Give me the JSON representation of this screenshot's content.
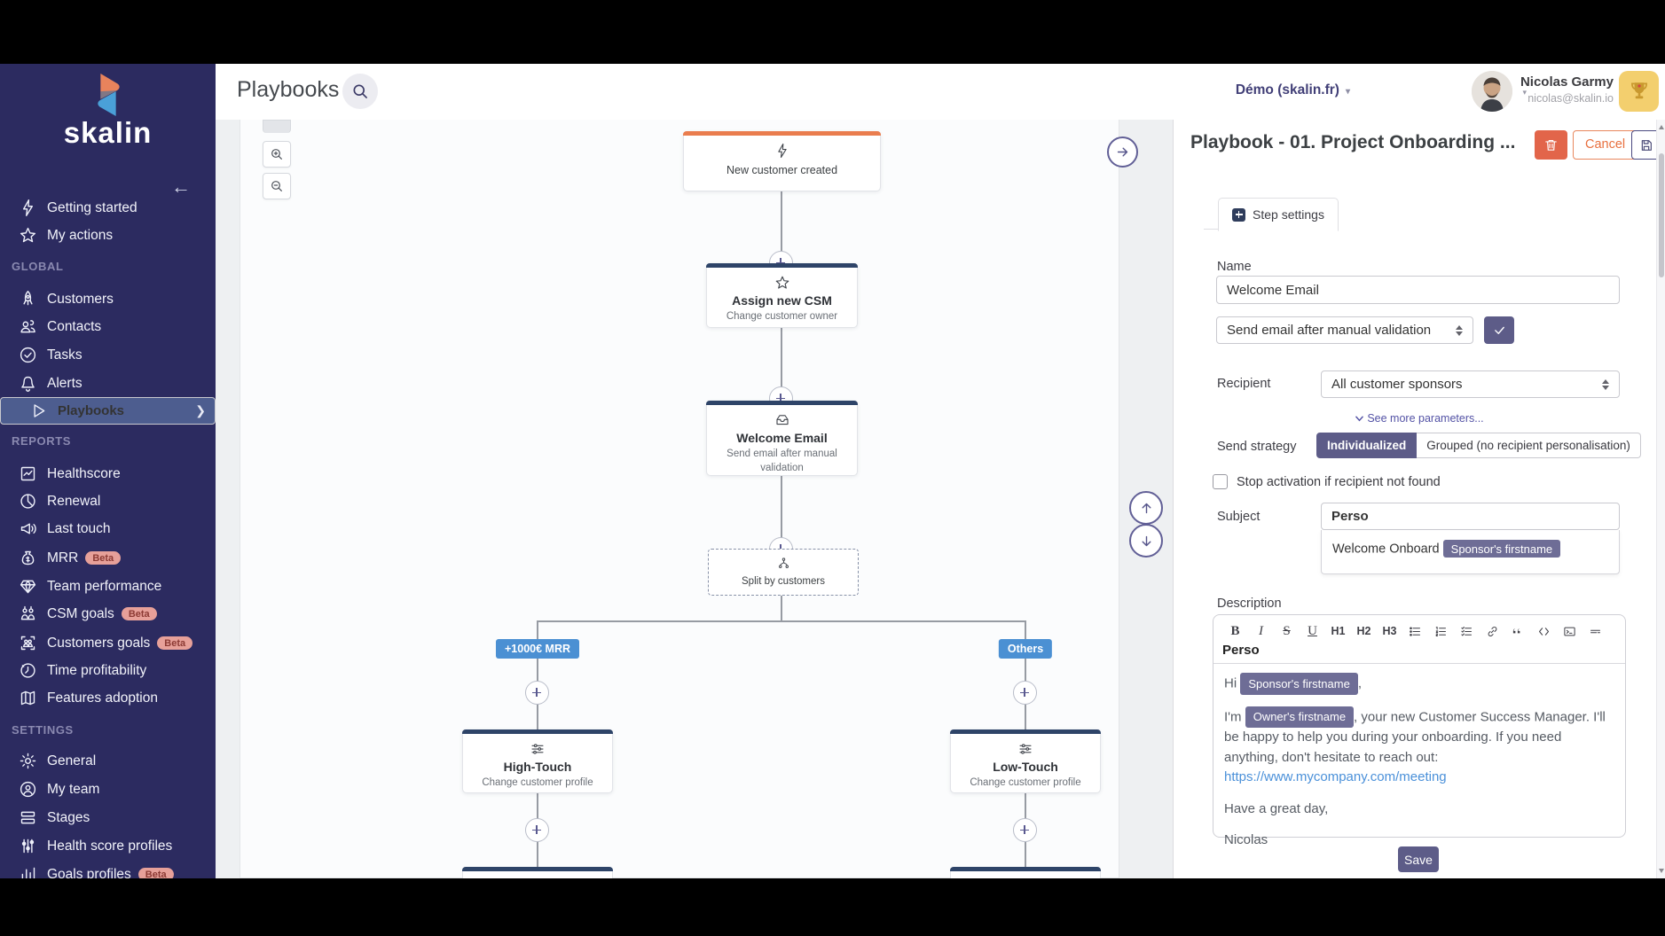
{
  "brand": {
    "logo_text": "skalin"
  },
  "sidebar": {
    "beta_label": "Beta",
    "top_items": [
      {
        "label": "Getting started"
      },
      {
        "label": "My actions"
      }
    ],
    "global": {
      "title": "GLOBAL",
      "items": [
        {
          "label": "Customers"
        },
        {
          "label": "Contacts"
        },
        {
          "label": "Tasks"
        },
        {
          "label": "Alerts"
        },
        {
          "label": "Playbooks"
        }
      ]
    },
    "reports": {
      "title": "REPORTS",
      "items": [
        {
          "label": "Healthscore"
        },
        {
          "label": "Renewal"
        },
        {
          "label": "Last touch"
        },
        {
          "label": "MRR",
          "beta": true
        },
        {
          "label": "Team performance"
        },
        {
          "label": "CSM goals",
          "beta": true
        },
        {
          "label": "Customers goals",
          "beta": true
        },
        {
          "label": "Time profitability"
        },
        {
          "label": "Features adoption"
        }
      ]
    },
    "settings": {
      "title": "SETTINGS",
      "items": [
        {
          "label": "General"
        },
        {
          "label": "My team"
        },
        {
          "label": "Stages"
        },
        {
          "label": "Health score profiles"
        },
        {
          "label": "Goals profiles",
          "beta": true
        }
      ]
    }
  },
  "header": {
    "page_title": "Playbooks",
    "workspace": "Démo (skalin.fr)",
    "user_name": "Nicolas Garmy",
    "user_email": "nicolas@skalin.io"
  },
  "flow": {
    "trigger": {
      "title": "New customer created"
    },
    "assign": {
      "title": "Assign new CSM",
      "subtitle": "Change customer owner"
    },
    "welcome": {
      "title": "Welcome Email",
      "subtitle": "Send email after manual validation"
    },
    "split": {
      "title": "Split by customers"
    },
    "branch_left_label": "+1000€ MRR",
    "branch_right_label": "Others",
    "high_touch": {
      "title": "High-Touch",
      "subtitle": "Change customer profile"
    },
    "low_touch": {
      "title": "Low-Touch",
      "subtitle": "Change customer profile"
    }
  },
  "panel": {
    "title": "Playbook - 01. Project Onboarding ...",
    "cancel_label": "Cancel",
    "tab_label": "Step settings",
    "name_label": "Name",
    "name_value": "Welcome Email",
    "action_value": "Send email after manual validation",
    "recipient_label": "Recipient",
    "recipient_value": "All customer sponsors",
    "see_more": "See more parameters...",
    "send_strategy_label": "Send strategy",
    "strategy_individualized": "Individualized",
    "strategy_grouped": "Grouped (no recipient personalisation)",
    "stop_activation_label": "Stop activation if recipient not found",
    "subject_label": "Subject",
    "subject_value": "Perso",
    "suggestion_prefix": "Welcome Onboard",
    "sponsor_tag": "Sponsor's firstname",
    "owner_tag": "Owner's firstname",
    "description_label": "Description",
    "editor": {
      "first_line": "Perso",
      "hi": "Hi",
      "comma": ",",
      "im": "I'm",
      "body_after_owner": ", your new Customer Success Manager. I'll be happy to help you during your onboarding. If you need anything, don't hesitate to reach out: ",
      "link": "https://www.mycompany.com/meeting",
      "closing": "Have a great day,",
      "signature": "Nicolas"
    },
    "save_label": "Save"
  },
  "colors": {
    "sidebar_bg": "#2c2b60",
    "sidebar_selected": "#4d5d8f",
    "accent_orange": "#ea7d4e",
    "node_navy": "#2e4468",
    "branch_blue": "#4b90d3",
    "primary_purple": "#5d5c88",
    "danger": "#e2654a",
    "beta_badge": "#e7a099",
    "link_blue": "#4a90d9"
  }
}
